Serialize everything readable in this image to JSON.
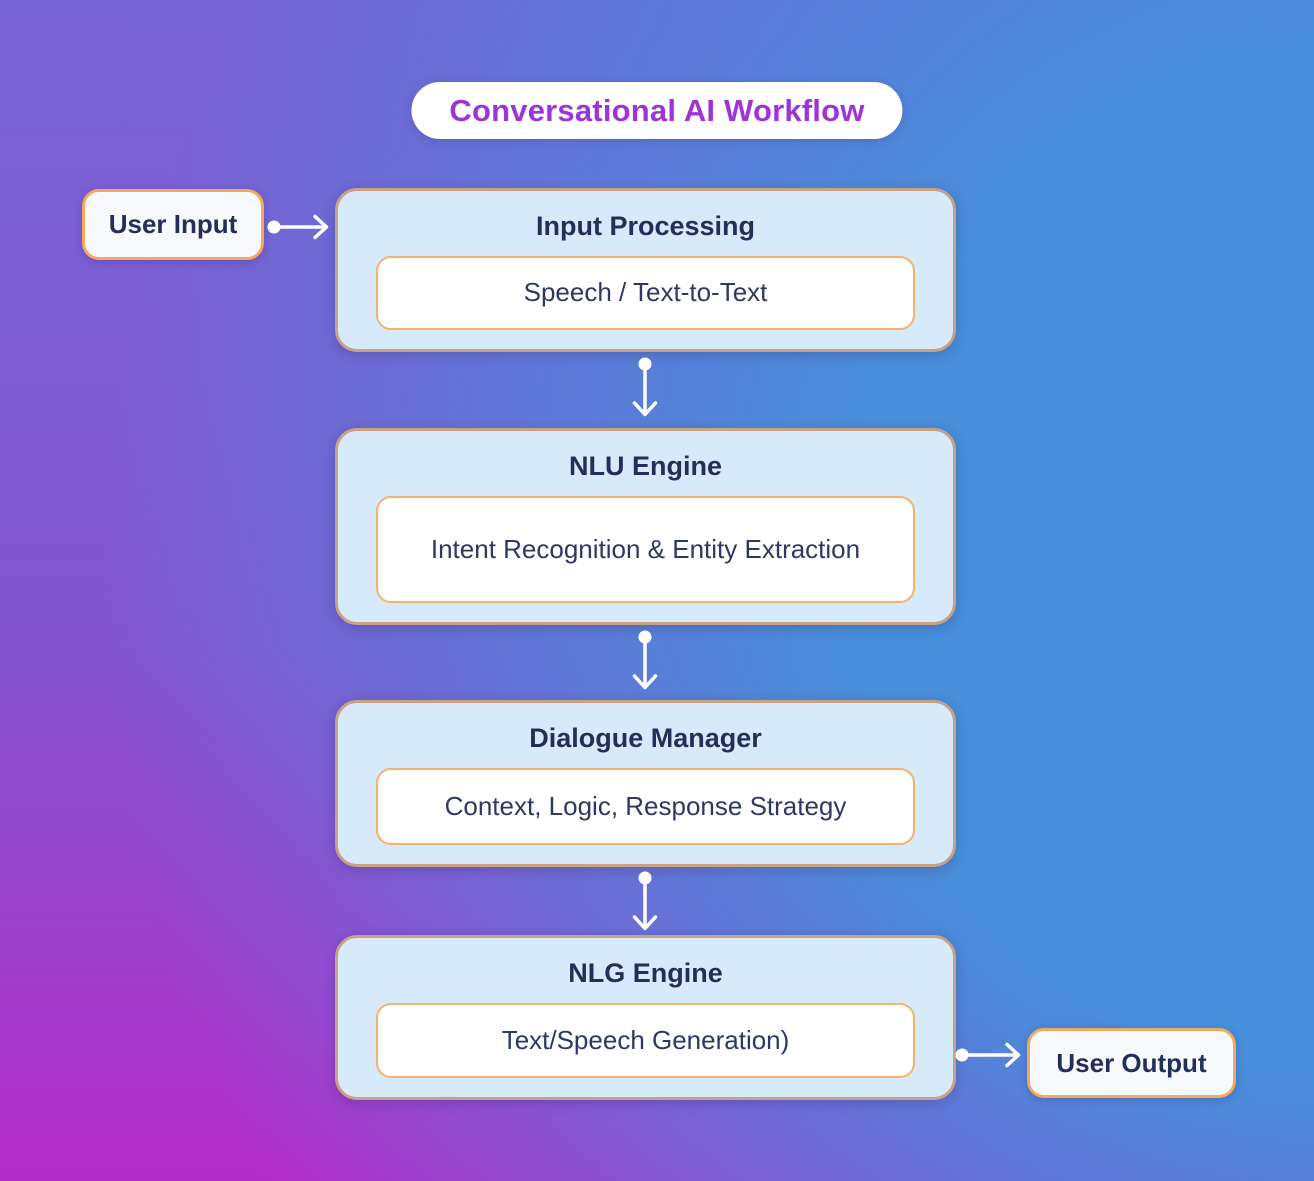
{
  "title": "Conversational AI Workflow",
  "nodes": {
    "user_input": {
      "label": "User Input"
    },
    "user_output": {
      "label": "User Output"
    }
  },
  "flow": {
    "steps": [
      {
        "heading": "Input Processing",
        "detail": "Speech / Text-to-Text"
      },
      {
        "heading": "NLU Engine",
        "detail": "Intent Recognition & Entity Extraction"
      },
      {
        "heading": "Dialogue Manager",
        "detail": "Context, Logic, Response Strategy"
      },
      {
        "heading": "NLG Engine",
        "detail": "Text/Speech Generation)"
      }
    ]
  },
  "icons": {
    "down_connector": "arrow-down-icon",
    "right_connector": "arrow-right-icon"
  },
  "colors": {
    "accent_purple": "#a033d6",
    "text_navy": "#232e59",
    "text_navy_body": "#2d3963",
    "step_fill": "#d7eafb",
    "step_border": "#c9a183",
    "inner_border": "#f5b269",
    "node_fill": "#f8f9fc",
    "node_border": "#f2a95e",
    "arrow_white": "#ffffff",
    "pill_bg": "#ffffff",
    "bg_purple": "#7663d6",
    "bg_magenta": "#b32ccb",
    "bg_blue": "#478fdb"
  }
}
